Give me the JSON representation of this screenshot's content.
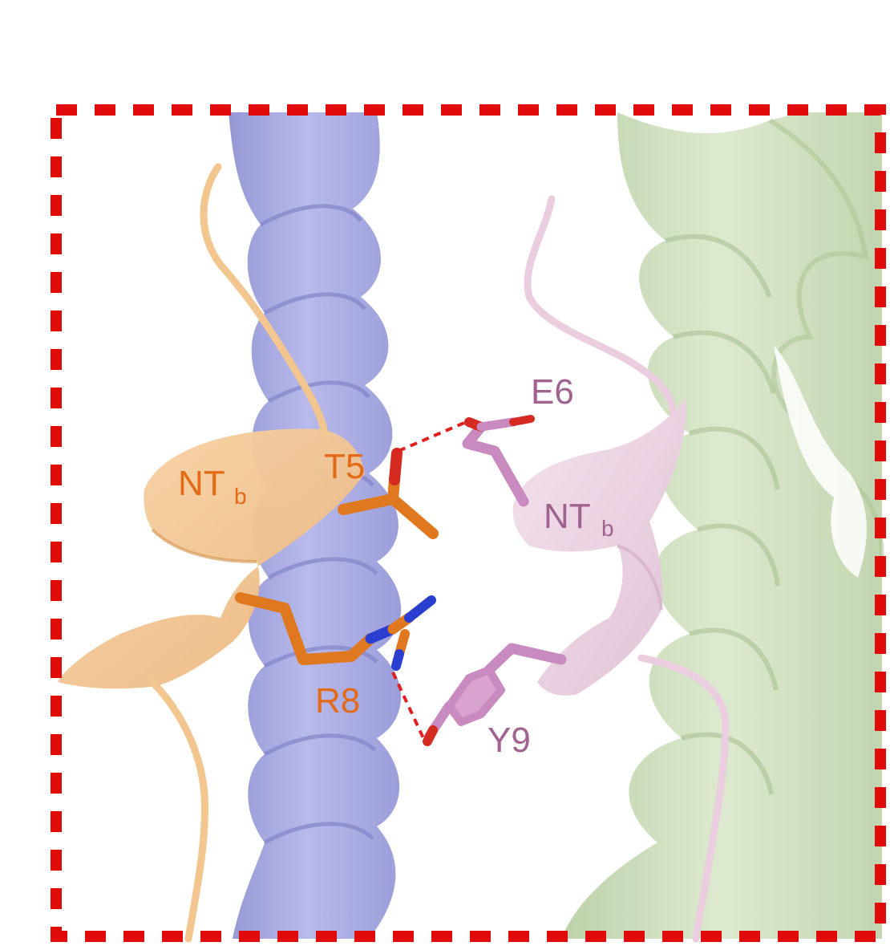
{
  "figure": {
    "labels": {
      "t5": "T5",
      "ntb_left": "NT",
      "ntb_left_sub": "b",
      "r8": "R8",
      "e6": "E6",
      "ntb_right": "NT",
      "ntb_right_sub": "b",
      "y9": "Y9"
    },
    "colors": {
      "frame": "#e00a0a",
      "blue_helix": "#a9abe0",
      "blue_helix_dark": "#8e90cf",
      "orange_ribbon": "#f7cd9c",
      "orange_ribbon_dark": "#e8b279",
      "orange_stick": "#e0781f",
      "green_helix": "#cfe0bd",
      "green_helix_dark": "#b6cca2",
      "pink_ribbon": "#efd6e6",
      "pink_ribbon_dark": "#dcbcd1",
      "pink_stick": "#c98ac0",
      "oxygen": "#d42a20",
      "nitrogen": "#2a3fcf",
      "hbond": "#e02020",
      "label_orange": "#e36a16",
      "label_purple": "#a0638f"
    }
  }
}
